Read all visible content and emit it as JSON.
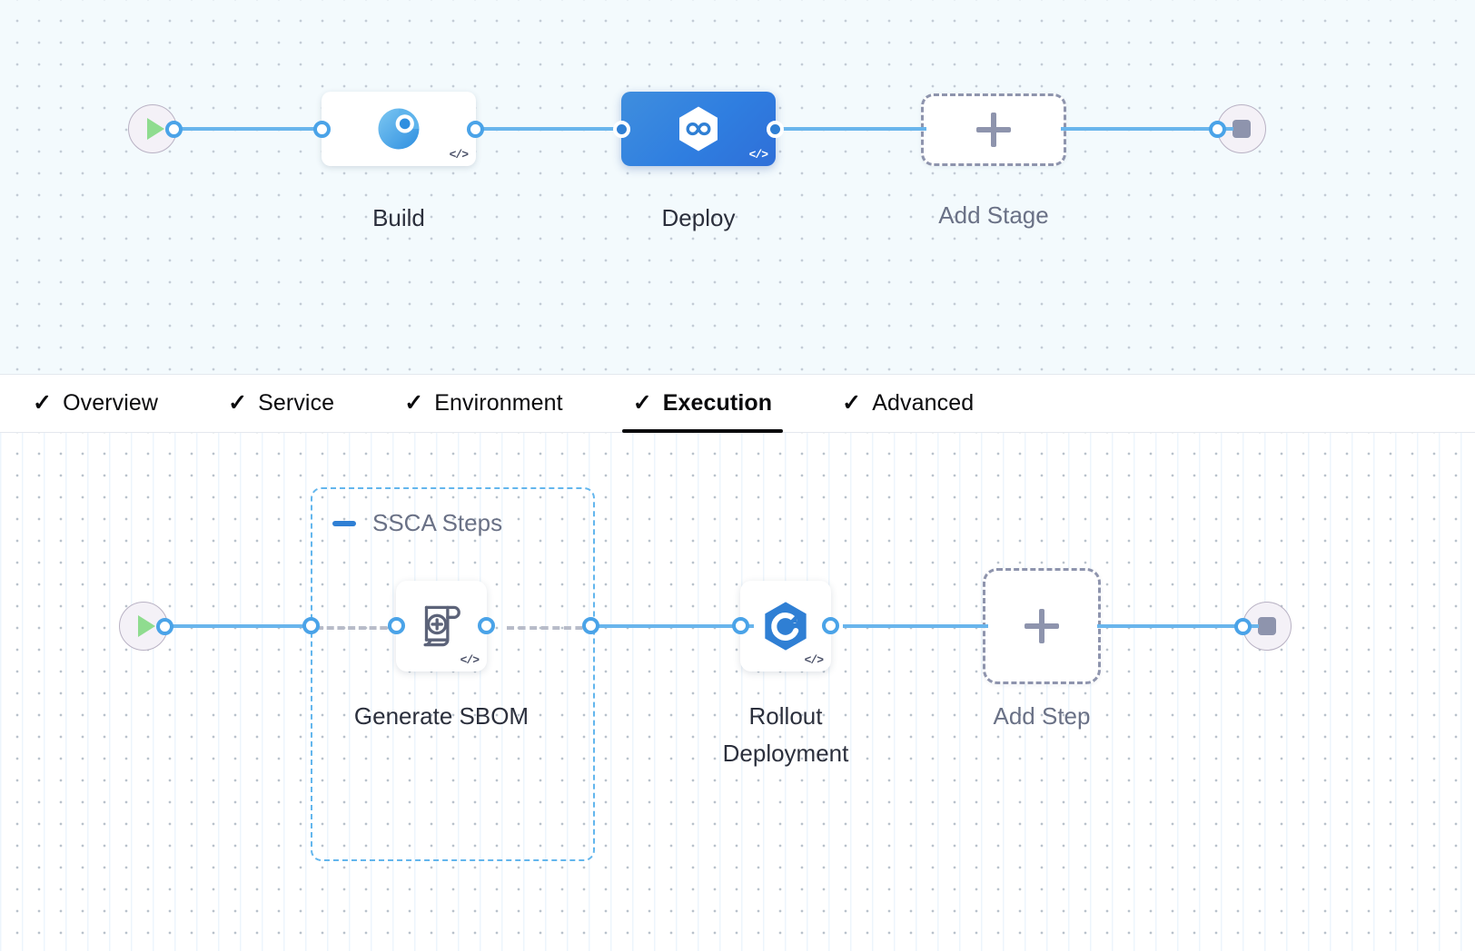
{
  "colors": {
    "accent_blue": "#2f7fd4",
    "edge_blue": "#69b5ec",
    "port_blue": "#4aa3e8",
    "group_dash_blue": "#63b6ed",
    "placeholder_gray": "#8e94ad",
    "label_dark": "#2b2f3c",
    "label_muted": "#6a7186",
    "canvas_top_bg": "#f3fafd",
    "canvas_bottom_bg": "#ffffff",
    "start_green": "#8fdc8f"
  },
  "stage_canvas": {
    "start_node": {
      "icon": "play-icon"
    },
    "end_node": {
      "icon": "stop-icon"
    },
    "stages": [
      {
        "label": "Build",
        "icon": "build-pie-icon",
        "selected": false,
        "code_badge": "</>"
      },
      {
        "label": "Deploy",
        "icon": "deploy-hexagon-infinity-icon",
        "selected": true,
        "code_badge": "</>"
      }
    ],
    "add_stage": {
      "label": "Add Stage",
      "icon": "plus-icon"
    }
  },
  "tabs": {
    "items": [
      {
        "label": "Overview",
        "check": "✓",
        "active": false
      },
      {
        "label": "Service",
        "check": "✓",
        "active": false
      },
      {
        "label": "Environment",
        "check": "✓",
        "active": false
      },
      {
        "label": "Execution",
        "check": "✓",
        "active": true
      },
      {
        "label": "Advanced",
        "check": "✓",
        "active": false
      }
    ]
  },
  "step_canvas": {
    "start_node": {
      "icon": "play-icon"
    },
    "end_node": {
      "icon": "stop-icon"
    },
    "group": {
      "label": "SSCA Steps",
      "collapse_icon": "minus-icon"
    },
    "steps": [
      {
        "label": "Generate SBOM",
        "icon": "scroll-plus-icon",
        "code_badge": "</>"
      },
      {
        "label": "Rollout\nDeployment",
        "icon": "rollout-hexagon-arrow-icon",
        "code_badge": "</>"
      }
    ],
    "add_step": {
      "label": "Add Step",
      "icon": "plus-icon"
    }
  }
}
